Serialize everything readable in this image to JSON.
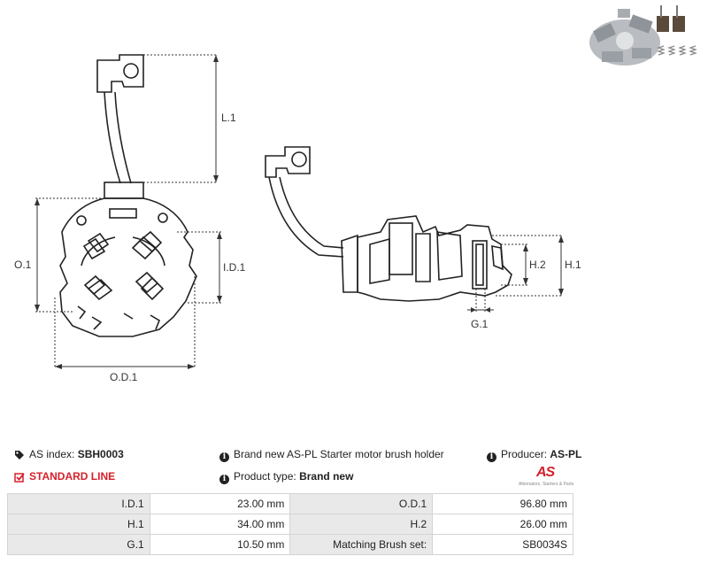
{
  "drawing": {
    "labels": {
      "l1": "L.1",
      "o1": "O.1",
      "id1": "I.D.1",
      "od1": "O.D.1",
      "h2": "H.2",
      "h1": "H.1",
      "g1": "G.1"
    }
  },
  "header": {
    "as_index_label": "AS index:",
    "as_index_value": "SBH0003",
    "line": "STANDARD LINE",
    "description": "Brand new AS-PL Starter motor brush holder",
    "product_type_label": "Product type:",
    "product_type_value": "Brand new",
    "producer_label": "Producer:",
    "producer_value": "AS-PL",
    "logo_text": "AS",
    "logo_sub": "Alternators, Starters & Parts"
  },
  "specs": [
    {
      "l1": "I.D.1",
      "v1": "23.00 mm",
      "l2": "O.D.1",
      "v2": "96.80 mm"
    },
    {
      "l1": "H.1",
      "v1": "34.00 mm",
      "l2": "H.2",
      "v2": "26.00 mm"
    },
    {
      "l1": "G.1",
      "v1": "10.50 mm",
      "l2": "Matching Brush set:",
      "v2": "SB0034S"
    }
  ],
  "colors": {
    "accent": "#d6202b",
    "label_bg": "#e9e9e9",
    "border": "#d4d4d4"
  }
}
